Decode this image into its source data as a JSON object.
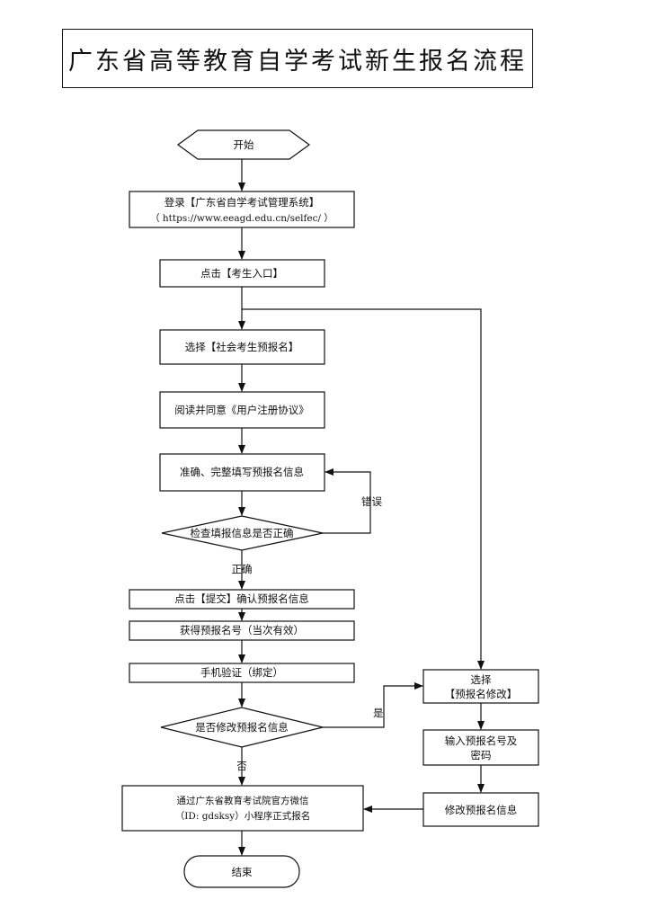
{
  "title": "广东省高等教育自学考试新生报名流程",
  "nodes": {
    "start": "开始",
    "login_line1": "登录【广东省自学考试管理系统】",
    "login_line2": "（ https://www.eeagd.edu.cn/selfec/ ）",
    "click_entry": "点击【考生入口】",
    "select_social": "选择【社会考生预报名】",
    "read_agree": "阅读并同意《用户注册协议》",
    "fill_info": "准确、完整填写预报名信息",
    "check_info": "检查填报信息是否正确",
    "submit": "点击【提交】确认预报名信息",
    "get_number": "获得预报名号（当次有效）",
    "phone_verify": "手机验证（绑定）",
    "modify_question": "是否修改预报名信息",
    "final_line1": "通过广东省教育考试院官方微信",
    "final_line2": "（ID: gdsksy）小程序正式报名",
    "end": "结束",
    "select_modify_line1": "选择",
    "select_modify_line2": "【预报名修改】",
    "input_number_line1": "输入预报名号及",
    "input_number_line2": "密码",
    "modify_info": "修改预报名信息"
  },
  "edge_labels": {
    "error": "错误",
    "correct": "正确",
    "yes": "是",
    "no": "否"
  }
}
